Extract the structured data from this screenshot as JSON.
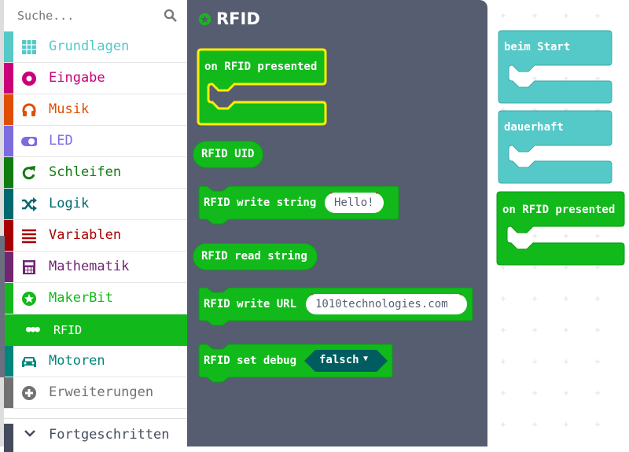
{
  "toolbox": {
    "search_placeholder": "Suche...",
    "categories": [
      {
        "label": "Grundlagen",
        "color": "#55c8c8",
        "icon": "grid-icon"
      },
      {
        "label": "Eingabe",
        "color": "#c9007a",
        "icon": "circle-dot-icon"
      },
      {
        "label": "Musik",
        "color": "#e04e00",
        "icon": "headphones-icon"
      },
      {
        "label": "LED",
        "color": "#7d6be0",
        "icon": "toggle-icon"
      },
      {
        "label": "Schleifen",
        "color": "#107c10",
        "icon": "refresh-icon"
      },
      {
        "label": "Logik",
        "color": "#006970",
        "icon": "shuffle-icon"
      },
      {
        "label": "Variablen",
        "color": "#a80000",
        "icon": "list-icon"
      },
      {
        "label": "Mathematik",
        "color": "#712672",
        "icon": "calculator-icon"
      },
      {
        "label": "MakerBit",
        "color": "#11ba1a",
        "icon": "star-icon"
      }
    ],
    "subcategory": {
      "label": "RFID",
      "icon": "dots-icon"
    },
    "categories2": [
      {
        "label": "Motoren",
        "color": "#00857a",
        "icon": "car-icon"
      },
      {
        "label": "Erweiterungen",
        "color": "#717171",
        "icon": "plus-circle-icon"
      }
    ],
    "advanced": {
      "label": "Fortgeschritten",
      "color": "#454b5e"
    }
  },
  "flyout": {
    "title": "RFID",
    "blocks": {
      "on_presented": "on RFID presented",
      "uid": "RFID UID",
      "write_string": "RFID write string",
      "write_string_value": "Hello!",
      "read_string": "RFID read string",
      "write_url": "RFID write URL",
      "write_url_value": "1010technologies.com",
      "set_debug": "RFID set debug",
      "set_debug_value": "falsch"
    }
  },
  "workspace": {
    "on_start": "beim Start",
    "forever": "dauerhaft",
    "on_presented": "on RFID presented"
  }
}
